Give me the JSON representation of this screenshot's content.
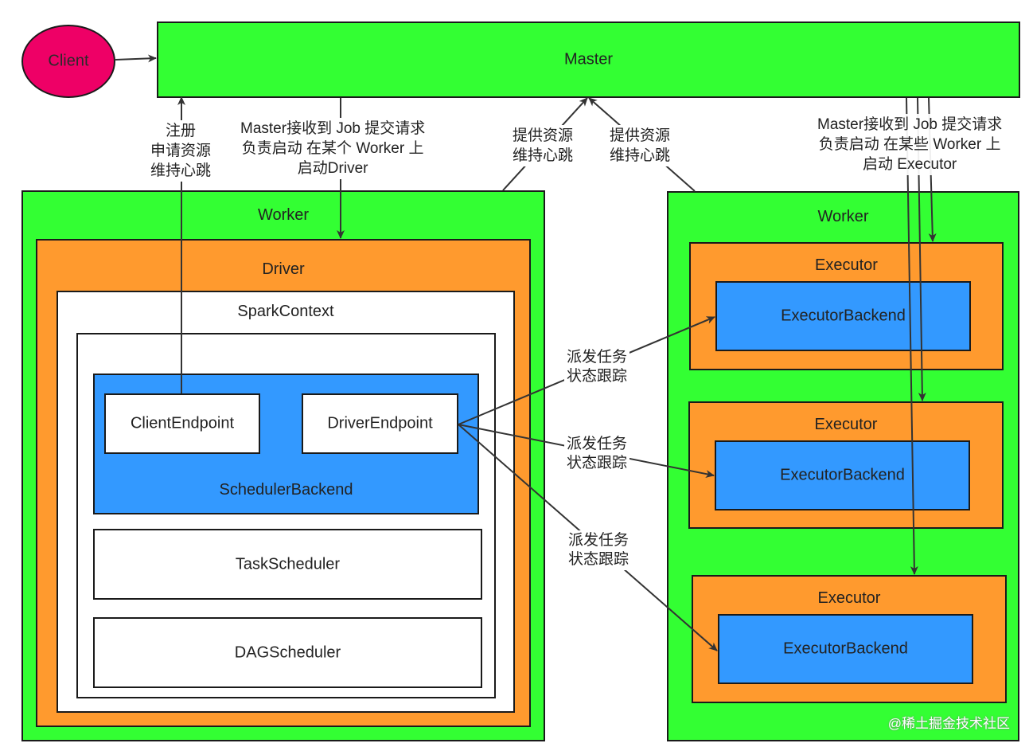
{
  "client": {
    "label": "Client"
  },
  "master": {
    "label": "Master"
  },
  "worker_left": {
    "label": "Worker",
    "driver": {
      "label": "Driver",
      "spark_context": {
        "label": "SparkContext",
        "scheduler_backend": {
          "label": "SchedulerBackend",
          "client_endpoint": "ClientEndpoint",
          "driver_endpoint": "DriverEndpoint"
        },
        "task_scheduler": "TaskScheduler",
        "dag_scheduler": "DAGScheduler"
      }
    }
  },
  "worker_right": {
    "label": "Worker",
    "executors": [
      {
        "label": "Executor",
        "backend": "ExecutorBackend"
      },
      {
        "label": "Executor",
        "backend": "ExecutorBackend"
      },
      {
        "label": "Executor",
        "backend": "ExecutorBackend"
      }
    ]
  },
  "notes": {
    "register": [
      "注册",
      "申请资源",
      "维持心跳"
    ],
    "master_driver": [
      "Master接收到 Job 提交请求",
      "负责启动 在某个 Worker 上",
      "启动Driver"
    ],
    "resource_left": [
      "提供资源",
      "维持心跳"
    ],
    "resource_right": [
      "提供资源",
      "维持心跳"
    ],
    "master_executor": [
      "Master接收到 Job 提交请求",
      "负责启动 在某些 Worker 上",
      "启动 Executor"
    ],
    "dispatch": [
      [
        "派发任务",
        "状态跟踪"
      ],
      [
        "派发任务",
        "状态跟踪"
      ],
      [
        "派发任务",
        "状态跟踪"
      ]
    ]
  },
  "watermark": "@稀土掘金技术社区",
  "colors": {
    "green": "#33ff33",
    "orange": "#ff9a2e",
    "blue": "#3399ff",
    "client": "#ee0066",
    "white": "#ffffff"
  }
}
